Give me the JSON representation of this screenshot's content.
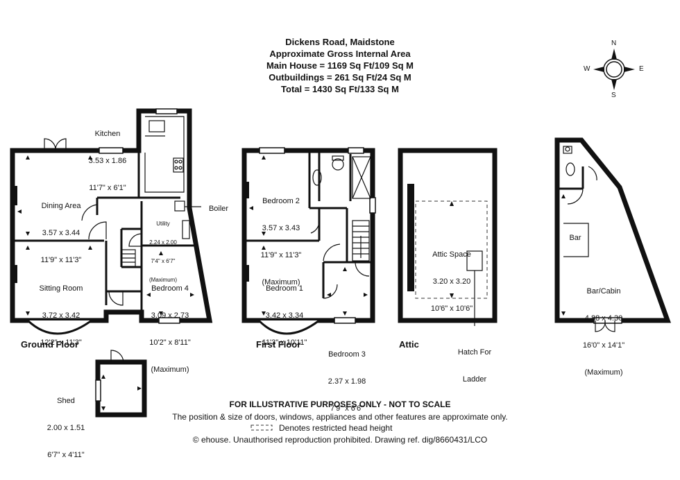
{
  "header": {
    "line1": "Dickens Road, Maidstone",
    "line2": "Approximate Gross Internal Area",
    "line3": "Main House = 1169 Sq Ft/109 Sq M",
    "line4": "Outbuildings = 261 Sq Ft/24 Sq M",
    "line5": "Total = 1430 Sq Ft/133 Sq M"
  },
  "compass": {
    "n": "N",
    "s": "S",
    "e": "E",
    "w": "W"
  },
  "floors": {
    "ground": "Ground Floor",
    "first": "First Floor",
    "attic": "Attic"
  },
  "rooms": {
    "kitchen": {
      "name": "Kitchen",
      "metric": "3.53 x 1.86",
      "imperial": "11'7\" x 6'1\""
    },
    "dining": {
      "name": "Dining Area",
      "metric": "3.57 x 3.44",
      "imperial": "11'9\" x 11'3\""
    },
    "utility": {
      "name": "Utility",
      "metric": "2.24 x 2.00",
      "imperial": "7'4\" x 6'7\"",
      "note": "(Maximum)"
    },
    "boiler": {
      "name": "Boiler"
    },
    "sitting": {
      "name": "Sitting Room",
      "metric": "3.72 x 3.42",
      "imperial": "12'2\" x 11'3\""
    },
    "bedroom4": {
      "name": "Bedroom 4",
      "metric": "3.09 x 2.73",
      "imperial": "10'2\" x 8'11\"",
      "note": "(Maximum)"
    },
    "bedroom2": {
      "name": "Bedroom 2",
      "metric": "3.57 x 3.43",
      "imperial": "11'9\" x 11'3\"",
      "note": "(Maximum)"
    },
    "bedroom1": {
      "name": "Bedroom 1",
      "metric": "3.42 x 3.34",
      "imperial": "11'3\" x 10'11\""
    },
    "bedroom3": {
      "name": "Bedroom 3",
      "metric": "2.37 x 1.98",
      "imperial": "7'9\" x 6'6\""
    },
    "attic": {
      "name": "Attic Space",
      "metric": "3.20 x 3.20",
      "imperial": "10'6\" x 10'6\""
    },
    "hatch": {
      "name": "Hatch For",
      "name2": "Ladder"
    },
    "bar": {
      "name": "Bar"
    },
    "cabin": {
      "name": "Bar/Cabin",
      "metric": "4.88 x 4.30",
      "imperial": "16'0\" x 14'1\"",
      "note": "(Maximum)"
    },
    "shed": {
      "name": "Shed",
      "metric": "2.00 x 1.51",
      "imperial": "6'7\" x 4'11\""
    }
  },
  "disclaimer": {
    "title": "FOR ILLUSTRATIVE PURPOSES ONLY - NOT TO SCALE",
    "line1": "The position & size of doors, windows, appliances and other features are approximate only.",
    "legend": "Denotes restricted head height",
    "line3": "© ehouse. Unauthorised reproduction prohibited. Drawing ref. dig/8660431/LCO"
  },
  "colors": {
    "wall": "#111111",
    "background": "#ffffff"
  }
}
